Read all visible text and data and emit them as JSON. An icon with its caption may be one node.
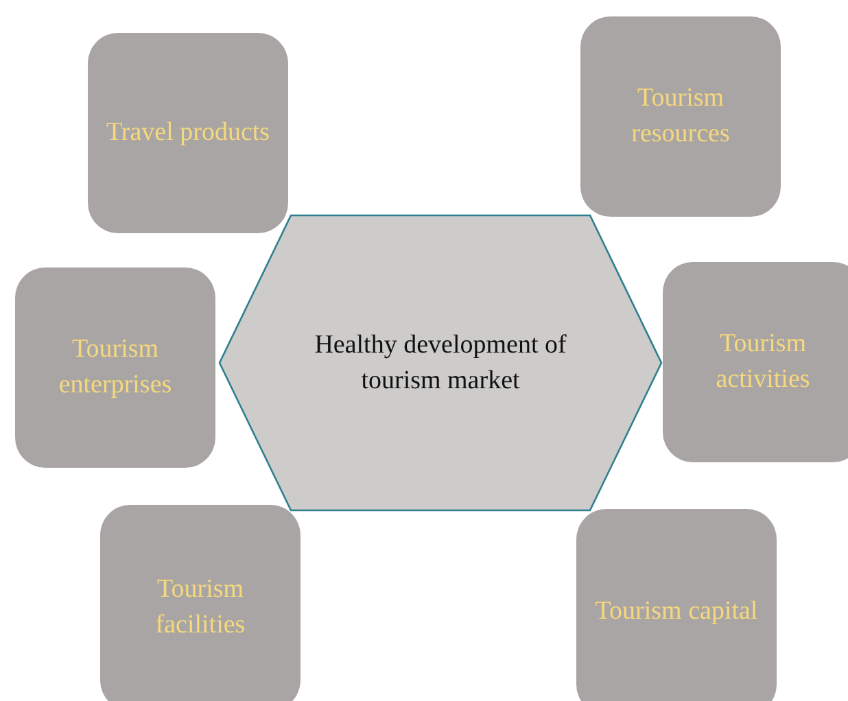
{
  "diagram": {
    "nodes": [
      {
        "text": [
          "Travel products"
        ]
      },
      {
        "text": [
          "Tourism resources"
        ]
      },
      {
        "text": [
          "Tourism enterprises"
        ]
      },
      {
        "text": [
          "Healthy development of tourism market"
        ]
      },
      {
        "text": [
          "Tourism activities"
        ]
      },
      {
        "text": [
          "Tourism facilities"
        ]
      },
      {
        "text": [
          "Tourism capital"
        ]
      }
    ]
  }
}
